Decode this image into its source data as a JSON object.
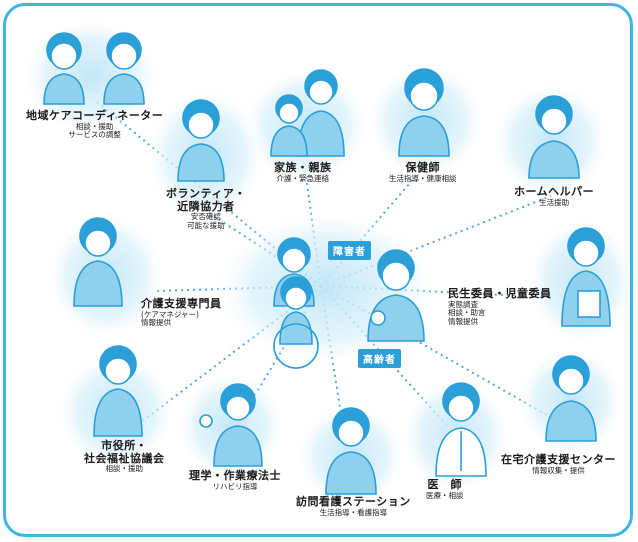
{
  "center": {
    "disabled_label": "障害者",
    "elderly_label": "高齢者"
  },
  "nodes": {
    "coordinator": {
      "title": "地域ケアコーディネーター",
      "sub1": "相談・援助",
      "sub2": "サービスの調整"
    },
    "family": {
      "title": "家族・親族",
      "sub1": "介護・緊急連絡"
    },
    "nurse_health": {
      "title": "保健師",
      "sub1": "生活指導・健康相談"
    },
    "volunteer": {
      "title1": "ボランティア・",
      "title2": "近隣協力者",
      "sub1": "安否確認",
      "sub2": "可能な援助"
    },
    "homehelper": {
      "title": "ホームヘルパー",
      "sub1": "生活援助"
    },
    "care_manager": {
      "title": "介護支援専門員",
      "sub_title": "(ケアマネジャー)",
      "sub1": "情報提供"
    },
    "welfare_commissioner": {
      "title": "民生委員・児童委員",
      "sub1": "実態調査",
      "sub2": "相談・助言",
      "sub3": "情報提供"
    },
    "city_office": {
      "title1": "市役所・",
      "title2": "社会福祉協議会",
      "sub1": "相談・援助"
    },
    "therapist": {
      "title": "理学・作業療法士",
      "sub1": "リハビリ指導"
    },
    "visiting_nurse": {
      "title": "訪問看護ステーション",
      "sub1": "生活指導・看護指導"
    },
    "doctor": {
      "title": "医　師",
      "sub1": "医療・相談"
    },
    "home_care_center": {
      "title": "在宅介護支援センター",
      "sub1": "情報収集・提供"
    }
  },
  "colors": {
    "frame": "#3bb6e6",
    "glow": "#bfe6f7",
    "line": "#4fa9dc",
    "figure": "#2a9fd8",
    "tag": "#2a9fd8"
  }
}
